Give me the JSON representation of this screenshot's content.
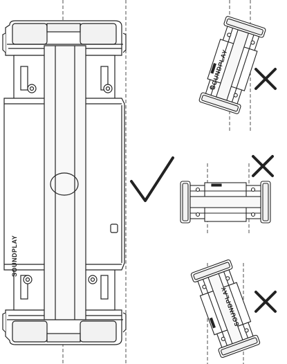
{
  "diagram": {
    "brand_text": "SOUNDPLAY",
    "marks": {
      "correct": "checkmark-icon",
      "incorrect": "cross-icon"
    },
    "views": [
      {
        "id": "main-device",
        "mark": "correct"
      },
      {
        "id": "device-tilted-right",
        "mark": "incorrect"
      },
      {
        "id": "device-horizontal",
        "mark": "incorrect"
      },
      {
        "id": "device-tilted-left",
        "mark": "incorrect"
      }
    ],
    "colors": {
      "stroke": "#222222",
      "fill": "#ffffff",
      "shade": "#f2f2f2"
    }
  }
}
